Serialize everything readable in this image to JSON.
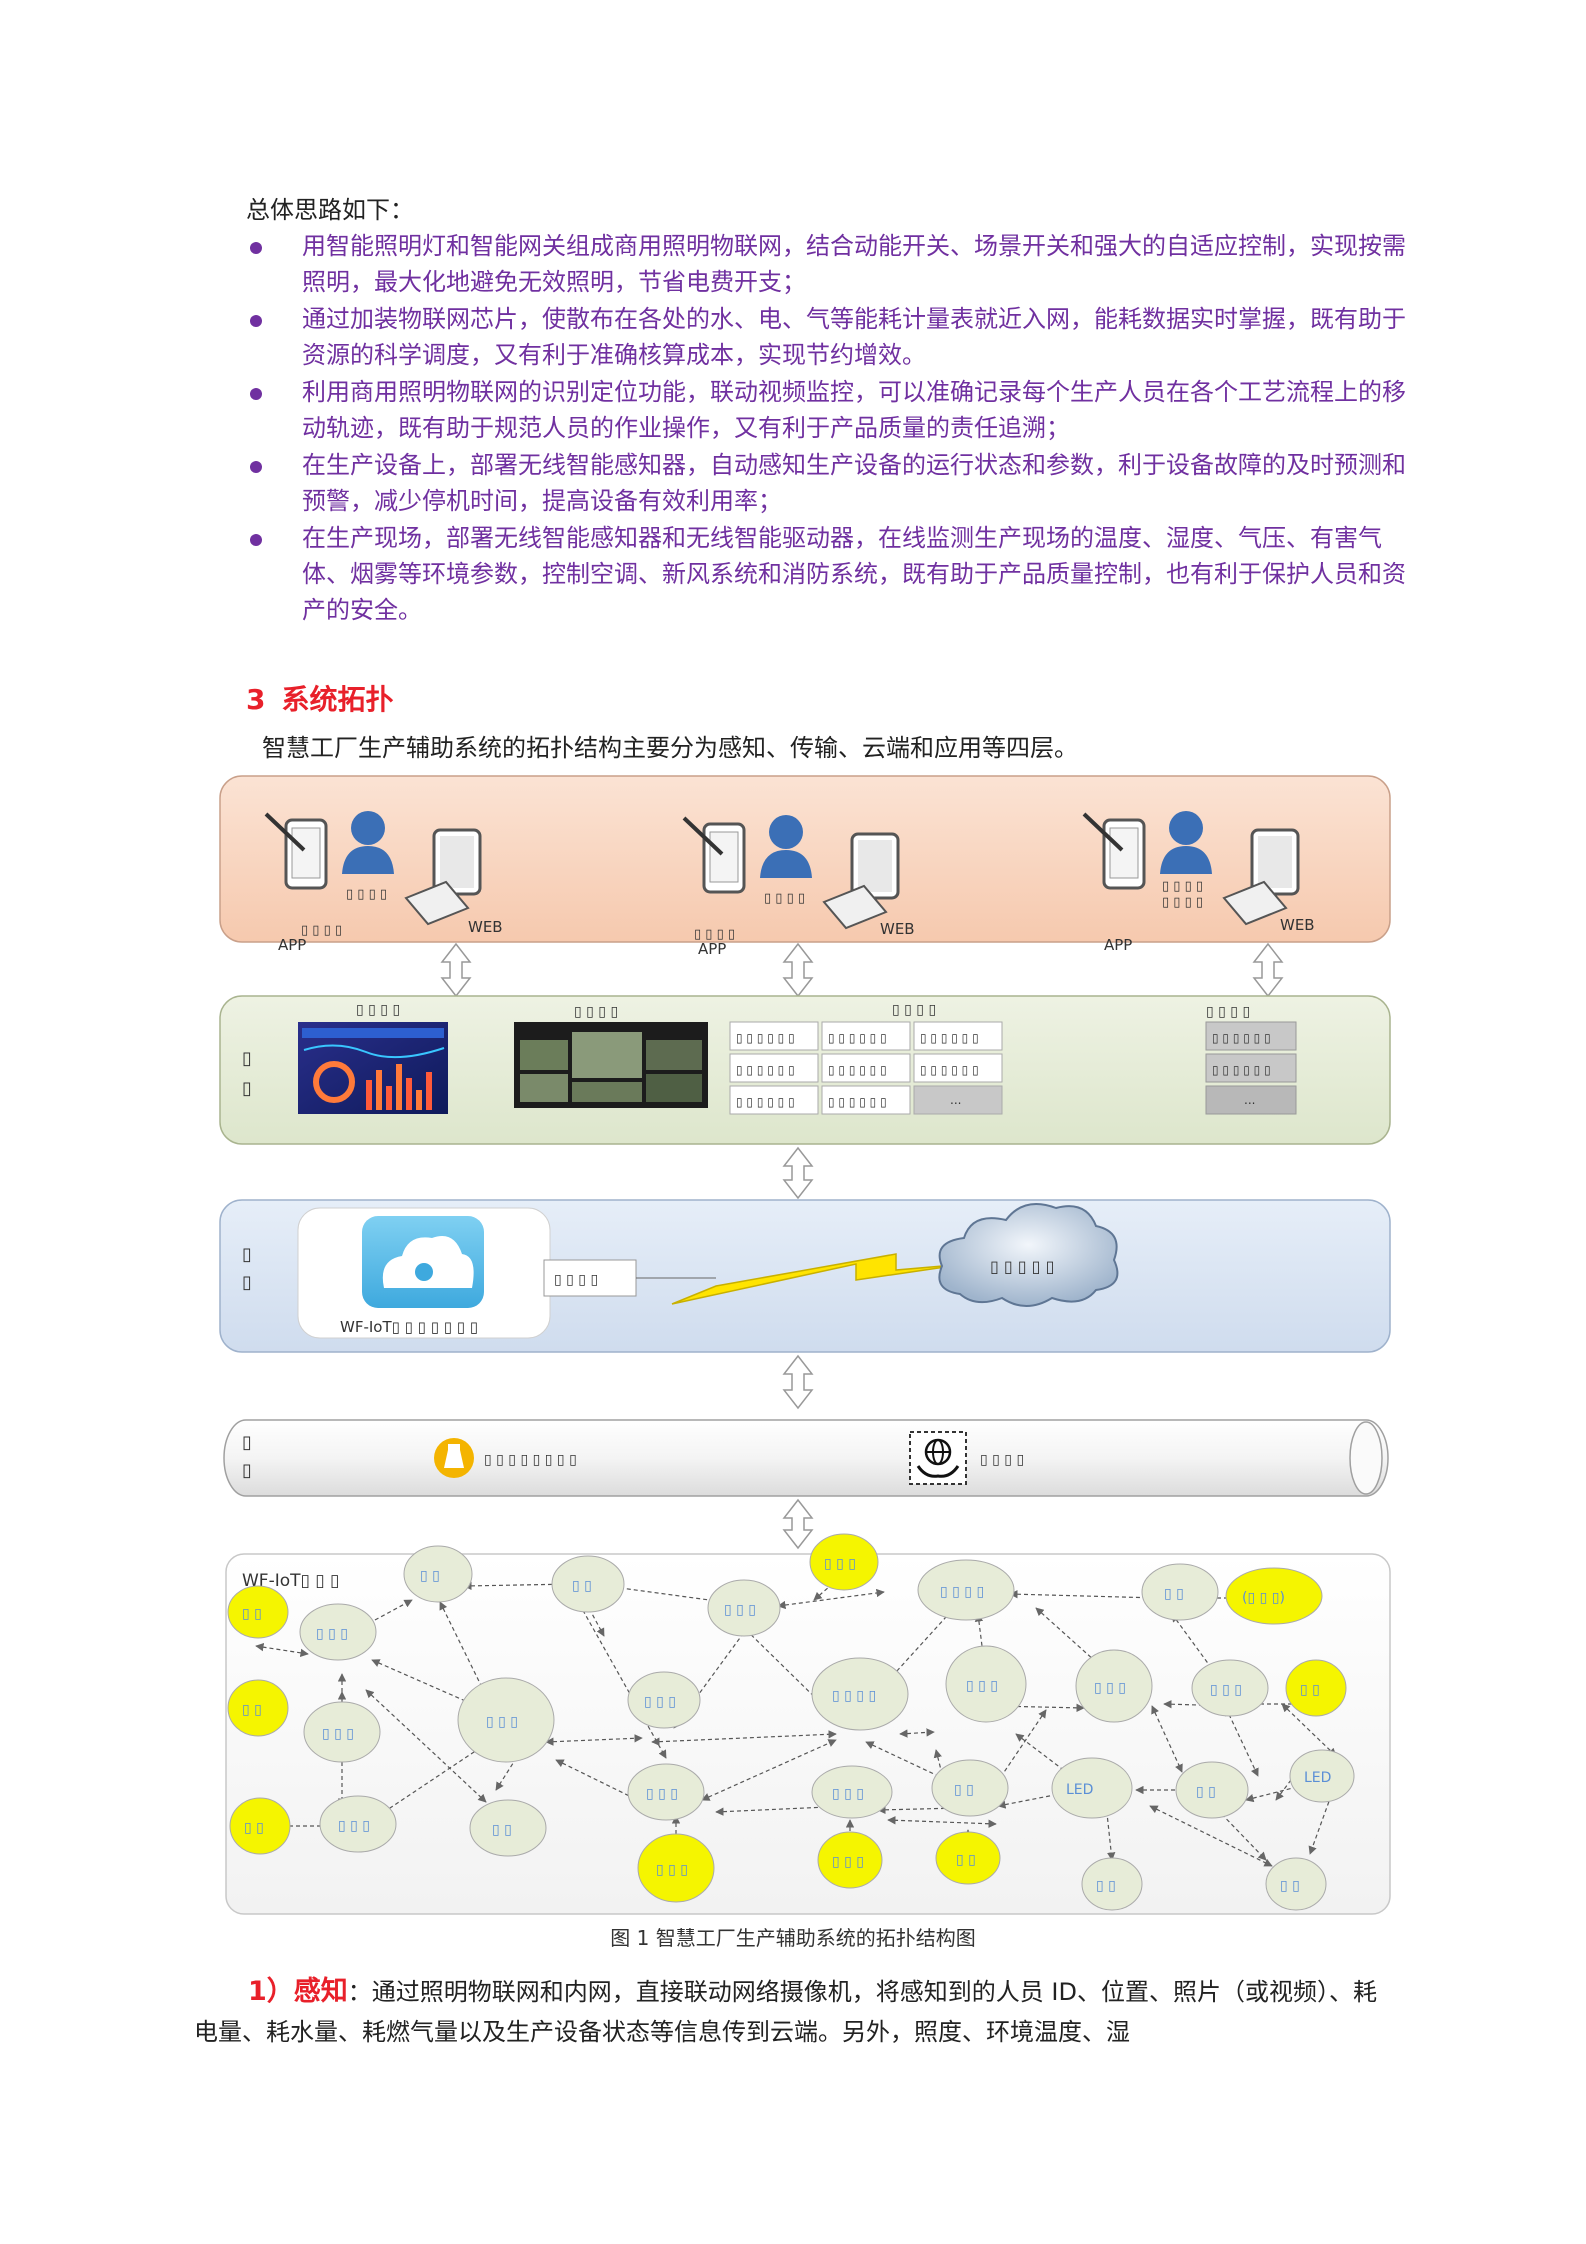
{
  "intro": "总体思路如下：",
  "bullets": [
    "用智能照明灯和智能网关组成商用照明物联网，结合动能开关、场景开关和强大的自适应控制，实现按需照明，最大化地避免无效照明，节省电费开支；",
    "通过加装物联网芯片，使散布在各处的水、电、气等能耗计量表就近入网，能耗数据实时掌握，既有助于资源的科学调度，又有利于准确核算成本，实现节约增效。",
    "利用商用照明物联网的识别定位功能，联动视频监控，可以准确记录每个生产人员在各个工艺流程上的移动轨迹，既有助于规范人员的作业操作，又有利于产品质量的责任追溯；",
    "在生产设备上，部署无线智能感知器，自动感知生产设备的运行状态和参数，利于设备故障的及时预测和预警，减少停机时间，提高设备有效利用率；",
    "在生产现场，部署无线智能感知器和无线智能驱动器，在线监测生产现场的温度、湿度、气压、有害气体、烟雾等环境参数，控制空调、新风系统和消防系统，既有助于产品质量控制，也有利于保护人员和资产的安全。"
  ],
  "section": {
    "number": "3",
    "title": "系统拓扑"
  },
  "lead": "智慧工厂生产辅助系统的拓扑结构主要分为感知、传输、云端和应用等四层。",
  "figure": {
    "app_label": "APP",
    "web_label": "WEB",
    "placeholder_4": "▯ ▯ ▯ ▯",
    "placeholder_6": "▯ ▯ ▯ ▯ ▯ ▯",
    "placeholder_8": "▯ ▯ ▯ ▯ ▯ ▯ ▯ ▯",
    "box_ellipsis": "...",
    "cloud_app_label": "WF-IoT▯ ▯ ▯ ▯ ▯ ▯ ▯",
    "gateway_label": "▯ ▯ ▯ ▯",
    "cloud_label": "▯ ▯ ▯ ▯ ▯",
    "pipe_left_label": "▯ ▯ ▯ ▯ ▯ ▯ ▯ ▯",
    "pipe_right_label": "▯ ▯ ▯ ▯",
    "mesh_title": "WF-IoT▯ ▯ ▯",
    "led_label": "LED"
  },
  "caption": "图 1  智慧工厂生产辅助系统的拓扑结构图",
  "para": {
    "keyword": "1）感知",
    "text": "：通过照明物联网和内网，直接联动网络摄像机，将感知到的人员 ID、位置、照片（或视频）、耗电量、耗水量、耗燃气量以及生产设备状态等信息传到云端。另外，照度、环境温度、湿"
  }
}
